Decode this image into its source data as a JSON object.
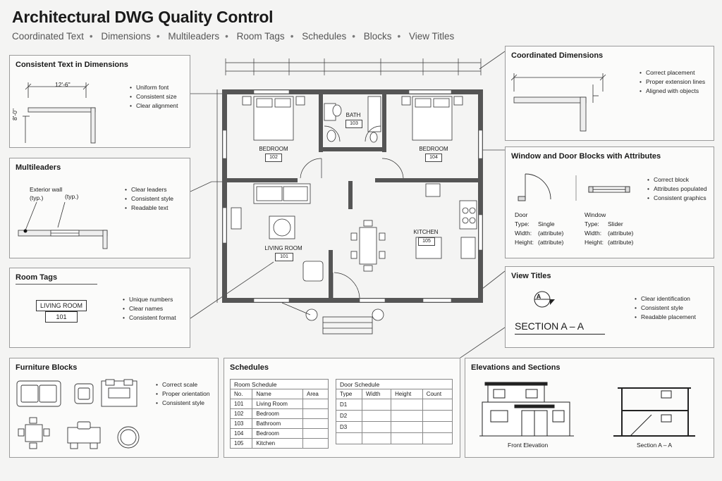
{
  "header": {
    "title": "Architectural DWG Quality Control",
    "topics": [
      "Coordinated Text",
      "Dimensions",
      "Multileaders",
      "Room Tags",
      "Schedules",
      "Blocks",
      "View Titles"
    ]
  },
  "panels": {
    "text_dims": {
      "title": "Consistent Text in Dimensions",
      "dim_h": "12'-6\"",
      "dim_v": "8'-0\"",
      "bullets": [
        "Uniform font",
        "Consistent size",
        "Clear alignment"
      ]
    },
    "multileaders": {
      "title": "Multileaders",
      "label_1": "Exterior wall",
      "label_2": "(typ.)",
      "label_3": "(typ.)",
      "bullets": [
        "Clear leaders",
        "Consistent style",
        "Readable text"
      ]
    },
    "room_tags": {
      "title": "Room Tags",
      "tag_name": "LIVING ROOM",
      "tag_num": "101",
      "bullets": [
        "Unique numbers",
        "Clear names",
        "Consistent format"
      ]
    },
    "furniture": {
      "title": "Furniture Blocks",
      "bullets": [
        "Correct scale",
        "Proper orientation",
        "Consistent style"
      ]
    },
    "coord_dims": {
      "title": "Coordinated Dimensions",
      "bullets": [
        "Correct placement",
        "Proper extension lines",
        "Aligned with objects"
      ]
    },
    "blocks": {
      "title": "Window and Door Blocks with Attributes",
      "bullets": [
        "Correct block",
        "Attributes populated",
        "Consistent graphics"
      ],
      "door": {
        "heading": "Door",
        "rows": [
          [
            "Type:",
            "Single"
          ],
          [
            "Width:",
            "(attribute)"
          ],
          [
            "Height:",
            "(attribute)"
          ]
        ]
      },
      "window": {
        "heading": "Window",
        "rows": [
          [
            "Type:",
            "Slider"
          ],
          [
            "Width:",
            "(attribute)"
          ],
          [
            "Height:",
            "(attribute)"
          ]
        ]
      }
    },
    "view_titles": {
      "title": "View Titles",
      "marker": "A",
      "section": "SECTION A – A",
      "bullets": [
        "Clear identification",
        "Consistent style",
        "Readable placement"
      ]
    },
    "schedules": {
      "title": "Schedules",
      "room": {
        "caption": "Room Schedule",
        "headers": [
          "No.",
          "Name",
          "Area"
        ],
        "rows": [
          [
            "101",
            "Living Room",
            ""
          ],
          [
            "102",
            "Bedroom",
            ""
          ],
          [
            "103",
            "Bathroom",
            ""
          ],
          [
            "104",
            "Bedroom",
            ""
          ],
          [
            "105",
            "Kitchen",
            ""
          ]
        ]
      },
      "door": {
        "caption": "Door Schedule",
        "headers": [
          "Type",
          "Width",
          "Height",
          "Count"
        ],
        "rows": [
          [
            "D1",
            "",
            "",
            ""
          ],
          [
            "D2",
            "",
            "",
            ""
          ],
          [
            "D3",
            "",
            "",
            ""
          ],
          [
            "",
            "",
            "",
            ""
          ]
        ]
      }
    },
    "elevations": {
      "title": "Elevations and Sections",
      "front": "Front Elevation",
      "section": "Section A – A"
    }
  },
  "plan": {
    "rooms": [
      {
        "name": "BEDROOM",
        "num": "102"
      },
      {
        "name": "BATH",
        "num": "103"
      },
      {
        "name": "BEDROOM",
        "num": "104"
      },
      {
        "name": "LIVING ROOM",
        "num": "101"
      },
      {
        "name": "KITCHEN",
        "num": "105"
      }
    ]
  }
}
